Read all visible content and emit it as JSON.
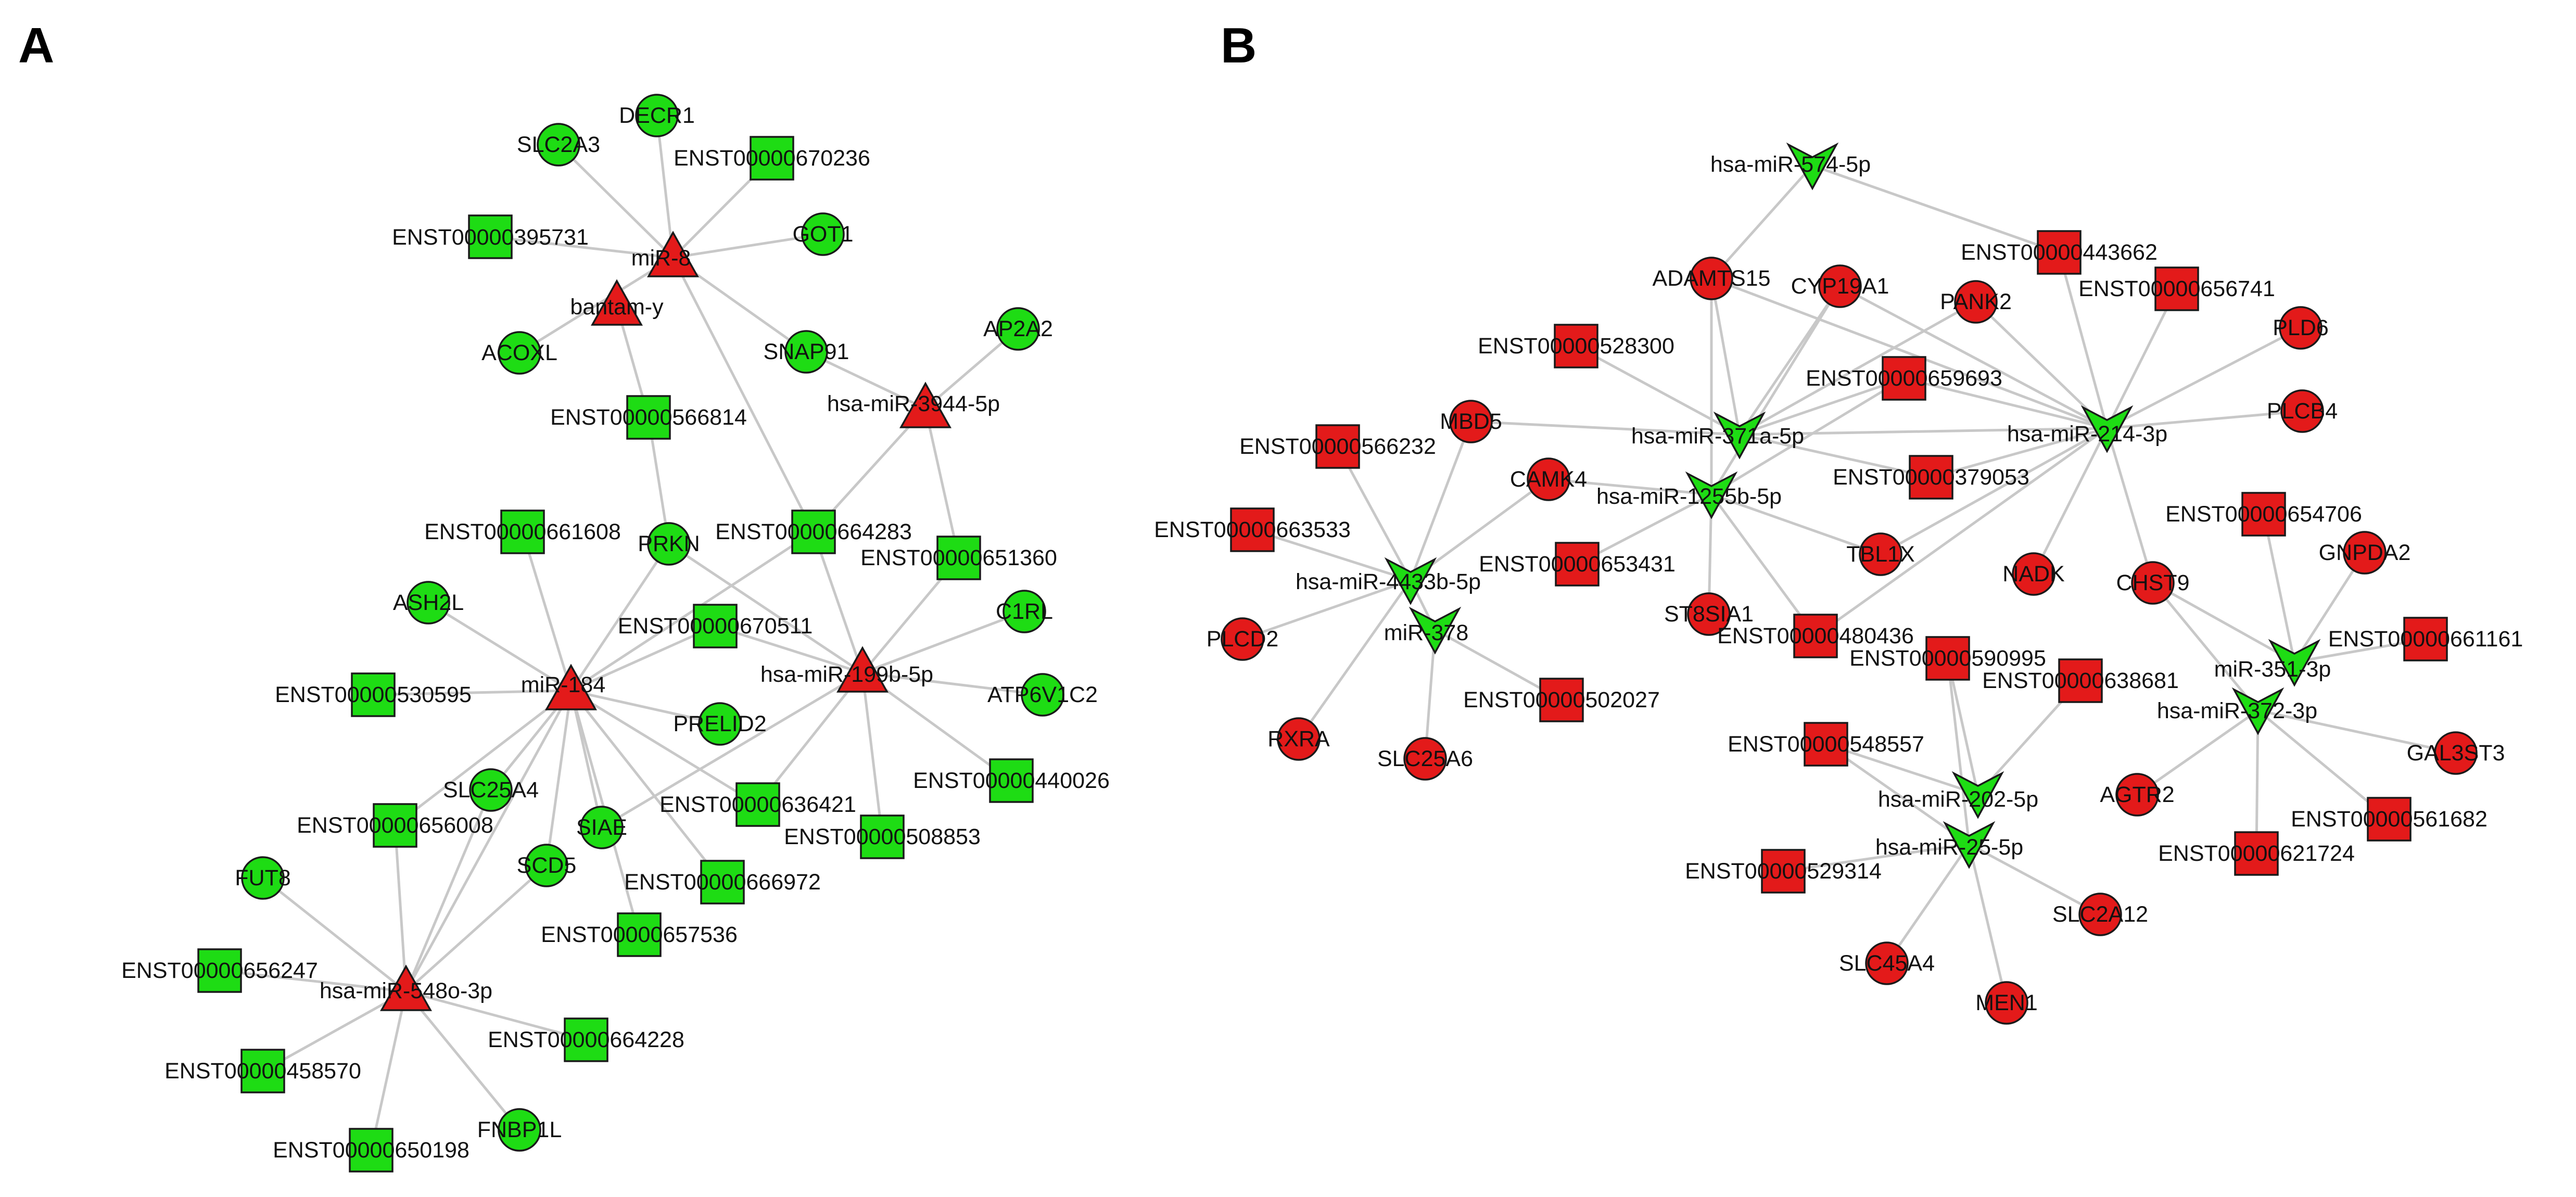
{
  "colors": {
    "green": "#1edc14",
    "red": "#e31a1a",
    "edge": "#c8c8c8",
    "outline": "#1a1a1a"
  },
  "panels": [
    {
      "letter": "A",
      "nodes": [
        {
          "id": "miR-8",
          "shape": "triangle",
          "color": "red"
        },
        {
          "id": "bantam-y",
          "shape": "triangle",
          "color": "red"
        },
        {
          "id": "hsa-miR-3944-5p",
          "shape": "triangle",
          "color": "red"
        },
        {
          "id": "miR-184",
          "shape": "triangle",
          "color": "red"
        },
        {
          "id": "hsa-miR-199b-5p",
          "shape": "triangle",
          "color": "red"
        },
        {
          "id": "hsa-miR-548o-3p",
          "shape": "triangle",
          "color": "red"
        },
        {
          "id": "DECR1",
          "shape": "circle",
          "color": "green"
        },
        {
          "id": "SLC2A3",
          "shape": "circle",
          "color": "green"
        },
        {
          "id": "ENST00000670236",
          "shape": "square",
          "color": "green"
        },
        {
          "id": "ENST00000395731",
          "shape": "square",
          "color": "green"
        },
        {
          "id": "GOT1",
          "shape": "circle",
          "color": "green"
        },
        {
          "id": "ACOXL",
          "shape": "circle",
          "color": "green"
        },
        {
          "id": "SNAP91",
          "shape": "circle",
          "color": "green"
        },
        {
          "id": "AP2A2",
          "shape": "circle",
          "color": "green"
        },
        {
          "id": "ENST00000566814",
          "shape": "square",
          "color": "green"
        },
        {
          "id": "ENST00000661608",
          "shape": "square",
          "color": "green"
        },
        {
          "id": "PRKN",
          "shape": "circle",
          "color": "green"
        },
        {
          "id": "ENST00000664283",
          "shape": "square",
          "color": "green"
        },
        {
          "id": "ENST00000651360",
          "shape": "square",
          "color": "green"
        },
        {
          "id": "ASH2L",
          "shape": "circle",
          "color": "green"
        },
        {
          "id": "ENST00000670511",
          "shape": "square",
          "color": "green"
        },
        {
          "id": "C1RL",
          "shape": "circle",
          "color": "green"
        },
        {
          "id": "ENST00000530595",
          "shape": "square",
          "color": "green"
        },
        {
          "id": "PRELID2",
          "shape": "circle",
          "color": "green"
        },
        {
          "id": "ATP6V1C2",
          "shape": "circle",
          "color": "green"
        },
        {
          "id": "SLC25A4",
          "shape": "circle",
          "color": "green"
        },
        {
          "id": "ENST00000440026",
          "shape": "square",
          "color": "green"
        },
        {
          "id": "ENST00000656008",
          "shape": "square",
          "color": "green"
        },
        {
          "id": "SIAE",
          "shape": "circle",
          "color": "green"
        },
        {
          "id": "ENST00000636421",
          "shape": "square",
          "color": "green"
        },
        {
          "id": "ENST00000508853",
          "shape": "square",
          "color": "green"
        },
        {
          "id": "FUT8",
          "shape": "circle",
          "color": "green"
        },
        {
          "id": "SCD5",
          "shape": "circle",
          "color": "green"
        },
        {
          "id": "ENST00000666972",
          "shape": "square",
          "color": "green"
        },
        {
          "id": "ENST00000657536",
          "shape": "square",
          "color": "green"
        },
        {
          "id": "ENST00000656247",
          "shape": "square",
          "color": "green"
        },
        {
          "id": "ENST00000664228",
          "shape": "square",
          "color": "green"
        },
        {
          "id": "ENST00000458570",
          "shape": "square",
          "color": "green"
        },
        {
          "id": "FNBP1L",
          "shape": "circle",
          "color": "green"
        },
        {
          "id": "ENST00000650198",
          "shape": "square",
          "color": "green"
        }
      ],
      "edges": [
        [
          "miR-8",
          "DECR1"
        ],
        [
          "miR-8",
          "SLC2A3"
        ],
        [
          "miR-8",
          "ENST00000670236"
        ],
        [
          "miR-8",
          "ENST00000395731"
        ],
        [
          "miR-8",
          "GOT1"
        ],
        [
          "miR-8",
          "ACOXL"
        ],
        [
          "miR-8",
          "SNAP91"
        ],
        [
          "miR-8",
          "ENST00000664283"
        ],
        [
          "bantam-y",
          "ENST00000566814"
        ],
        [
          "hsa-miR-3944-5p",
          "AP2A2"
        ],
        [
          "hsa-miR-3944-5p",
          "SNAP91"
        ],
        [
          "hsa-miR-3944-5p",
          "ENST00000664283"
        ],
        [
          "hsa-miR-3944-5p",
          "ENST00000651360"
        ],
        [
          "ENST00000566814",
          "PRKN"
        ],
        [
          "miR-184",
          "ENST00000661608"
        ],
        [
          "miR-184",
          "PRKN"
        ],
        [
          "miR-184",
          "ASH2L"
        ],
        [
          "miR-184",
          "ENST00000670511"
        ],
        [
          "miR-184",
          "ENST00000530595"
        ],
        [
          "miR-184",
          "PRELID2"
        ],
        [
          "miR-184",
          "SLC25A4"
        ],
        [
          "miR-184",
          "ENST00000656008"
        ],
        [
          "miR-184",
          "SIAE"
        ],
        [
          "miR-184",
          "ENST00000636421"
        ],
        [
          "miR-184",
          "SCD5"
        ],
        [
          "miR-184",
          "ENST00000666972"
        ],
        [
          "miR-184",
          "ENST00000657536"
        ],
        [
          "miR-184",
          "ENST00000664283"
        ],
        [
          "miR-184",
          "hsa-miR-548o-3p"
        ],
        [
          "hsa-miR-199b-5p",
          "ENST00000664283"
        ],
        [
          "hsa-miR-199b-5p",
          "ENST00000651360"
        ],
        [
          "hsa-miR-199b-5p",
          "PRKN"
        ],
        [
          "hsa-miR-199b-5p",
          "ENST00000670511"
        ],
        [
          "hsa-miR-199b-5p",
          "C1RL"
        ],
        [
          "hsa-miR-199b-5p",
          "ATP6V1C2"
        ],
        [
          "hsa-miR-199b-5p",
          "ENST00000440026"
        ],
        [
          "hsa-miR-199b-5p",
          "ENST00000508853"
        ],
        [
          "hsa-miR-199b-5p",
          "SIAE"
        ],
        [
          "hsa-miR-199b-5p",
          "ENST00000636421"
        ],
        [
          "hsa-miR-548o-3p",
          "FUT8"
        ],
        [
          "hsa-miR-548o-3p",
          "ENST00000656247"
        ],
        [
          "hsa-miR-548o-3p",
          "ENST00000656008"
        ],
        [
          "hsa-miR-548o-3p",
          "SLC25A4"
        ],
        [
          "hsa-miR-548o-3p",
          "SCD5"
        ],
        [
          "hsa-miR-548o-3p",
          "ENST00000664228"
        ],
        [
          "hsa-miR-548o-3p",
          "ENST00000458570"
        ],
        [
          "hsa-miR-548o-3p",
          "FNBP1L"
        ],
        [
          "hsa-miR-548o-3p",
          "ENST00000650198"
        ]
      ]
    },
    {
      "letter": "B",
      "nodes": [
        {
          "id": "hsa-miR-574-5p",
          "shape": "vee",
          "color": "green"
        },
        {
          "id": "hsa-miR-371a-5p",
          "shape": "vee",
          "color": "green"
        },
        {
          "id": "hsa-miR-1255b-5p",
          "shape": "vee",
          "color": "green"
        },
        {
          "id": "hsa-miR-214-3p",
          "shape": "vee",
          "color": "green"
        },
        {
          "id": "hsa-miR-4433b-5p",
          "shape": "vee",
          "color": "green"
        },
        {
          "id": "miR-378",
          "shape": "vee",
          "color": "green"
        },
        {
          "id": "miR-351-3p",
          "shape": "vee",
          "color": "green"
        },
        {
          "id": "hsa-miR-372-3p",
          "shape": "vee",
          "color": "green"
        },
        {
          "id": "hsa-miR-202-5p",
          "shape": "vee",
          "color": "green"
        },
        {
          "id": "hsa-miR-25-5p",
          "shape": "vee",
          "color": "green"
        },
        {
          "id": "ADAMTS15",
          "shape": "circle",
          "color": "red"
        },
        {
          "id": "CYP19A1",
          "shape": "circle",
          "color": "red"
        },
        {
          "id": "PANK2",
          "shape": "circle",
          "color": "red"
        },
        {
          "id": "ENST00000443662",
          "shape": "square",
          "color": "red"
        },
        {
          "id": "ENST00000656741",
          "shape": "square",
          "color": "red"
        },
        {
          "id": "PLD6",
          "shape": "circle",
          "color": "red"
        },
        {
          "id": "ENST00000528300",
          "shape": "square",
          "color": "red"
        },
        {
          "id": "ENST00000659693",
          "shape": "square",
          "color": "red"
        },
        {
          "id": "PLCB4",
          "shape": "circle",
          "color": "red"
        },
        {
          "id": "ENST00000566232",
          "shape": "square",
          "color": "red"
        },
        {
          "id": "MBD5",
          "shape": "circle",
          "color": "red"
        },
        {
          "id": "CAMK4",
          "shape": "circle",
          "color": "red"
        },
        {
          "id": "ENST00000379053",
          "shape": "square",
          "color": "red"
        },
        {
          "id": "ENST00000663533",
          "shape": "square",
          "color": "red"
        },
        {
          "id": "ENST00000653431",
          "shape": "square",
          "color": "red"
        },
        {
          "id": "TBL1X",
          "shape": "circle",
          "color": "red"
        },
        {
          "id": "NADK",
          "shape": "circle",
          "color": "red"
        },
        {
          "id": "ENST00000654706",
          "shape": "square",
          "color": "red"
        },
        {
          "id": "CHST9",
          "shape": "circle",
          "color": "red"
        },
        {
          "id": "GNPDA2",
          "shape": "circle",
          "color": "red"
        },
        {
          "id": "PLCD2",
          "shape": "circle",
          "color": "red"
        },
        {
          "id": "ST8SIA1",
          "shape": "circle",
          "color": "red"
        },
        {
          "id": "ENST00000480436",
          "shape": "square",
          "color": "red"
        },
        {
          "id": "ENST00000661161",
          "shape": "square",
          "color": "red"
        },
        {
          "id": "ENST00000590995",
          "shape": "square",
          "color": "red"
        },
        {
          "id": "ENST00000638681",
          "shape": "square",
          "color": "red"
        },
        {
          "id": "RXRA",
          "shape": "circle",
          "color": "red"
        },
        {
          "id": "ENST00000502027",
          "shape": "square",
          "color": "red"
        },
        {
          "id": "SLC25A6",
          "shape": "circle",
          "color": "red"
        },
        {
          "id": "ENST00000548557",
          "shape": "square",
          "color": "red"
        },
        {
          "id": "AGTR2",
          "shape": "circle",
          "color": "red"
        },
        {
          "id": "GAL3ST3",
          "shape": "circle",
          "color": "red"
        },
        {
          "id": "ENST00000561682",
          "shape": "square",
          "color": "red"
        },
        {
          "id": "ENST00000621724",
          "shape": "square",
          "color": "red"
        },
        {
          "id": "ENST00000529314",
          "shape": "square",
          "color": "red"
        },
        {
          "id": "SLC2A12",
          "shape": "circle",
          "color": "red"
        },
        {
          "id": "SLC45A4",
          "shape": "circle",
          "color": "red"
        },
        {
          "id": "MEN1",
          "shape": "circle",
          "color": "red"
        }
      ],
      "edges": [
        [
          "hsa-miR-574-5p",
          "ADAMTS15"
        ],
        [
          "hsa-miR-574-5p",
          "ENST00000443662"
        ],
        [
          "hsa-miR-371a-5p",
          "ADAMTS15"
        ],
        [
          "hsa-miR-371a-5p",
          "CYP19A1"
        ],
        [
          "hsa-miR-371a-5p",
          "PANK2"
        ],
        [
          "hsa-miR-371a-5p",
          "ENST00000528300"
        ],
        [
          "hsa-miR-371a-5p",
          "ENST00000659693"
        ],
        [
          "hsa-miR-371a-5p",
          "MBD5"
        ],
        [
          "hsa-miR-371a-5p",
          "ENST00000379053"
        ],
        [
          "hsa-miR-371a-5p",
          "hsa-miR-214-3p"
        ],
        [
          "hsa-miR-1255b-5p",
          "ADAMTS15"
        ],
        [
          "hsa-miR-1255b-5p",
          "CYP19A1"
        ],
        [
          "hsa-miR-1255b-5p",
          "ENST00000659693"
        ],
        [
          "hsa-miR-1255b-5p",
          "CAMK4"
        ],
        [
          "hsa-miR-1255b-5p",
          "ENST00000653431"
        ],
        [
          "hsa-miR-1255b-5p",
          "TBL1X"
        ],
        [
          "hsa-miR-1255b-5p",
          "ST8SIA1"
        ],
        [
          "hsa-miR-1255b-5p",
          "ENST00000480436"
        ],
        [
          "hsa-miR-214-3p",
          "ADAMTS15"
        ],
        [
          "hsa-miR-214-3p",
          "ENST00000443662"
        ],
        [
          "hsa-miR-214-3p",
          "ENST00000656741"
        ],
        [
          "hsa-miR-214-3p",
          "PLD6"
        ],
        [
          "hsa-miR-214-3p",
          "PLCB4"
        ],
        [
          "hsa-miR-214-3p",
          "PANK2"
        ],
        [
          "hsa-miR-214-3p",
          "CYP19A1"
        ],
        [
          "hsa-miR-214-3p",
          "ENST00000659693"
        ],
        [
          "hsa-miR-214-3p",
          "ENST00000379053"
        ],
        [
          "hsa-miR-214-3p",
          "TBL1X"
        ],
        [
          "hsa-miR-214-3p",
          "NADK"
        ],
        [
          "hsa-miR-214-3p",
          "CHST9"
        ],
        [
          "hsa-miR-214-3p",
          "ENST00000480436"
        ],
        [
          "hsa-miR-4433b-5p",
          "ENST00000566232"
        ],
        [
          "hsa-miR-4433b-5p",
          "MBD5"
        ],
        [
          "hsa-miR-4433b-5p",
          "CAMK4"
        ],
        [
          "hsa-miR-4433b-5p",
          "ENST00000663533"
        ],
        [
          "hsa-miR-4433b-5p",
          "PLCD2"
        ],
        [
          "hsa-miR-4433b-5p",
          "RXRA"
        ],
        [
          "hsa-miR-4433b-5p",
          "miR-378"
        ],
        [
          "miR-378",
          "ENST00000502027"
        ],
        [
          "miR-378",
          "SLC25A6"
        ],
        [
          "miR-351-3p",
          "ENST00000654706"
        ],
        [
          "miR-351-3p",
          "GNPDA2"
        ],
        [
          "miR-351-3p",
          "ENST00000661161"
        ],
        [
          "miR-351-3p",
          "CHST9"
        ],
        [
          "hsa-miR-372-3p",
          "GAL3ST3"
        ],
        [
          "hsa-miR-372-3p",
          "ENST00000561682"
        ],
        [
          "hsa-miR-372-3p",
          "ENST00000621724"
        ],
        [
          "hsa-miR-372-3p",
          "AGTR2"
        ],
        [
          "hsa-miR-372-3p",
          "CHST9"
        ],
        [
          "hsa-miR-202-5p",
          "ENST00000590995"
        ],
        [
          "hsa-miR-202-5p",
          "ENST00000638681"
        ],
        [
          "hsa-miR-202-5p",
          "ENST00000548557"
        ],
        [
          "hsa-miR-25-5p",
          "ENST00000529314"
        ],
        [
          "hsa-miR-25-5p",
          "SLC2A12"
        ],
        [
          "hsa-miR-25-5p",
          "SLC45A4"
        ],
        [
          "hsa-miR-25-5p",
          "MEN1"
        ],
        [
          "hsa-miR-25-5p",
          "ENST00000548557"
        ],
        [
          "hsa-miR-25-5p",
          "ENST00000590995"
        ]
      ]
    }
  ]
}
